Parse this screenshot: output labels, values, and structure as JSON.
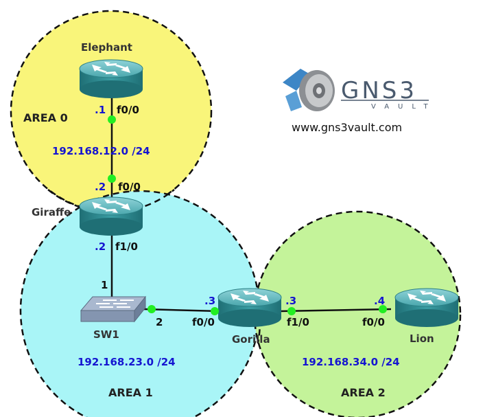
{
  "logo": {
    "name": "GNS3",
    "sub": "VAULT",
    "url": "www.gns3vault.com"
  },
  "areas": [
    {
      "label": "AREA 0",
      "color": "#f9f57a"
    },
    {
      "label": "AREA 1",
      "color": "#a9f5f7"
    },
    {
      "label": "AREA 2",
      "color": "#c4f39a"
    }
  ],
  "devices": {
    "elephant": "Elephant",
    "giraffe": "Giraffe",
    "sw1": "SW1",
    "gorilla": "Gorilla",
    "lion": "Lion"
  },
  "networks": {
    "net12": "192.168.12.0 /24",
    "net23": "192.168.23.0 /24",
    "net34": "192.168.34.0 /24"
  },
  "interfaces": {
    "elephant_f00": "f0/0",
    "elephant_ip": ".1",
    "giraffe_f00": "f0/0",
    "giraffe_f00_ip": ".2",
    "giraffe_f10": "f1/0",
    "giraffe_f10_ip": ".2",
    "sw1_port1": "1",
    "sw1_port2": "2",
    "gorilla_f00": "f0/0",
    "gorilla_f00_ip": ".3",
    "gorilla_f10": "f1/0",
    "gorilla_f10_ip": ".3",
    "lion_f00": "f0/0",
    "lion_ip": ".4"
  },
  "colors": {
    "router_body": "#2e8f95",
    "router_top": "#63b9bf",
    "link": "#111111",
    "port_dot": "#22ee22",
    "ip_text": "#1515d0"
  }
}
